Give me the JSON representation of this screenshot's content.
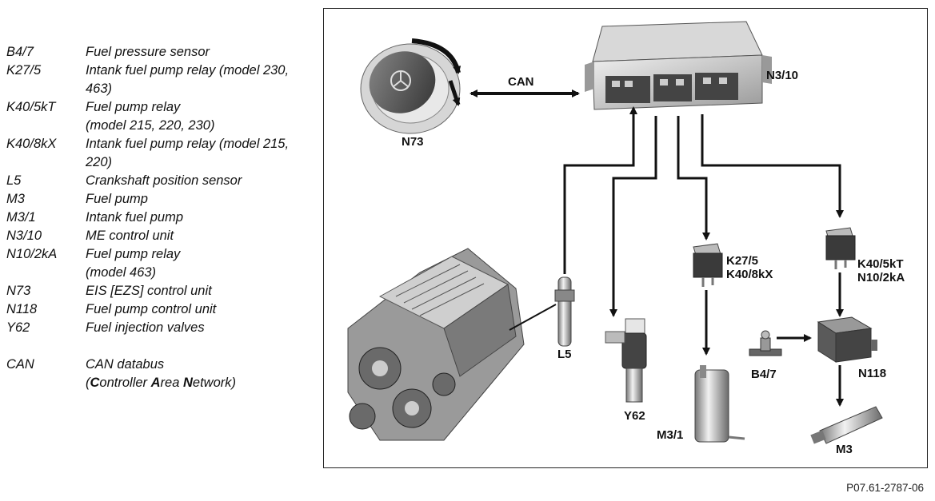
{
  "legend": {
    "items": [
      {
        "code": "B4/7",
        "desc": "Fuel pressure sensor"
      },
      {
        "code": "K27/5",
        "desc": "Intank fuel pump relay (model 230, 463)"
      },
      {
        "code": "K40/5kT",
        "desc": "Fuel pump relay",
        "desc2": "(model 215, 220, 230)"
      },
      {
        "code": "K40/8kX",
        "desc": "Intank fuel pump relay (model 215, 220)"
      },
      {
        "code": "L5",
        "desc": "Crankshaft position sensor"
      },
      {
        "code": "M3",
        "desc": "Fuel pump"
      },
      {
        "code": "M3/1",
        "desc": "Intank fuel pump"
      },
      {
        "code": "N3/10",
        "desc": "ME control unit"
      },
      {
        "code": "N10/2kA",
        "desc": "Fuel pump relay",
        "desc2": "(model 463)"
      },
      {
        "code": "N73",
        "desc": "EIS [EZS] control unit"
      },
      {
        "code": "N118",
        "desc": "Fuel pump control unit"
      },
      {
        "code": "Y62",
        "desc": "Fuel injection valves"
      }
    ],
    "can": {
      "code": "CAN",
      "desc": "CAN databus",
      "desc2_parts": [
        {
          "t": "(",
          "b": false
        },
        {
          "t": "C",
          "b": true
        },
        {
          "t": "ontroller ",
          "b": false
        },
        {
          "t": "A",
          "b": true
        },
        {
          "t": "rea ",
          "b": false
        },
        {
          "t": "N",
          "b": true
        },
        {
          "t": "etwork)",
          "b": false
        }
      ]
    }
  },
  "diagram": {
    "labels": {
      "can": "CAN",
      "n3_10": "N3/10",
      "n73": "N73",
      "l5": "L5",
      "y62": "Y62",
      "k27_5": "K27/5",
      "k40_8kx": "K40/8kX",
      "m3_1": "M3/1",
      "k40_5kt": "K40/5kT",
      "n10_2ka": "N10/2kA",
      "b4_7": "B4/7",
      "n118": "N118",
      "m3": "M3"
    }
  },
  "figure_ref": "P07.61-2787-06"
}
